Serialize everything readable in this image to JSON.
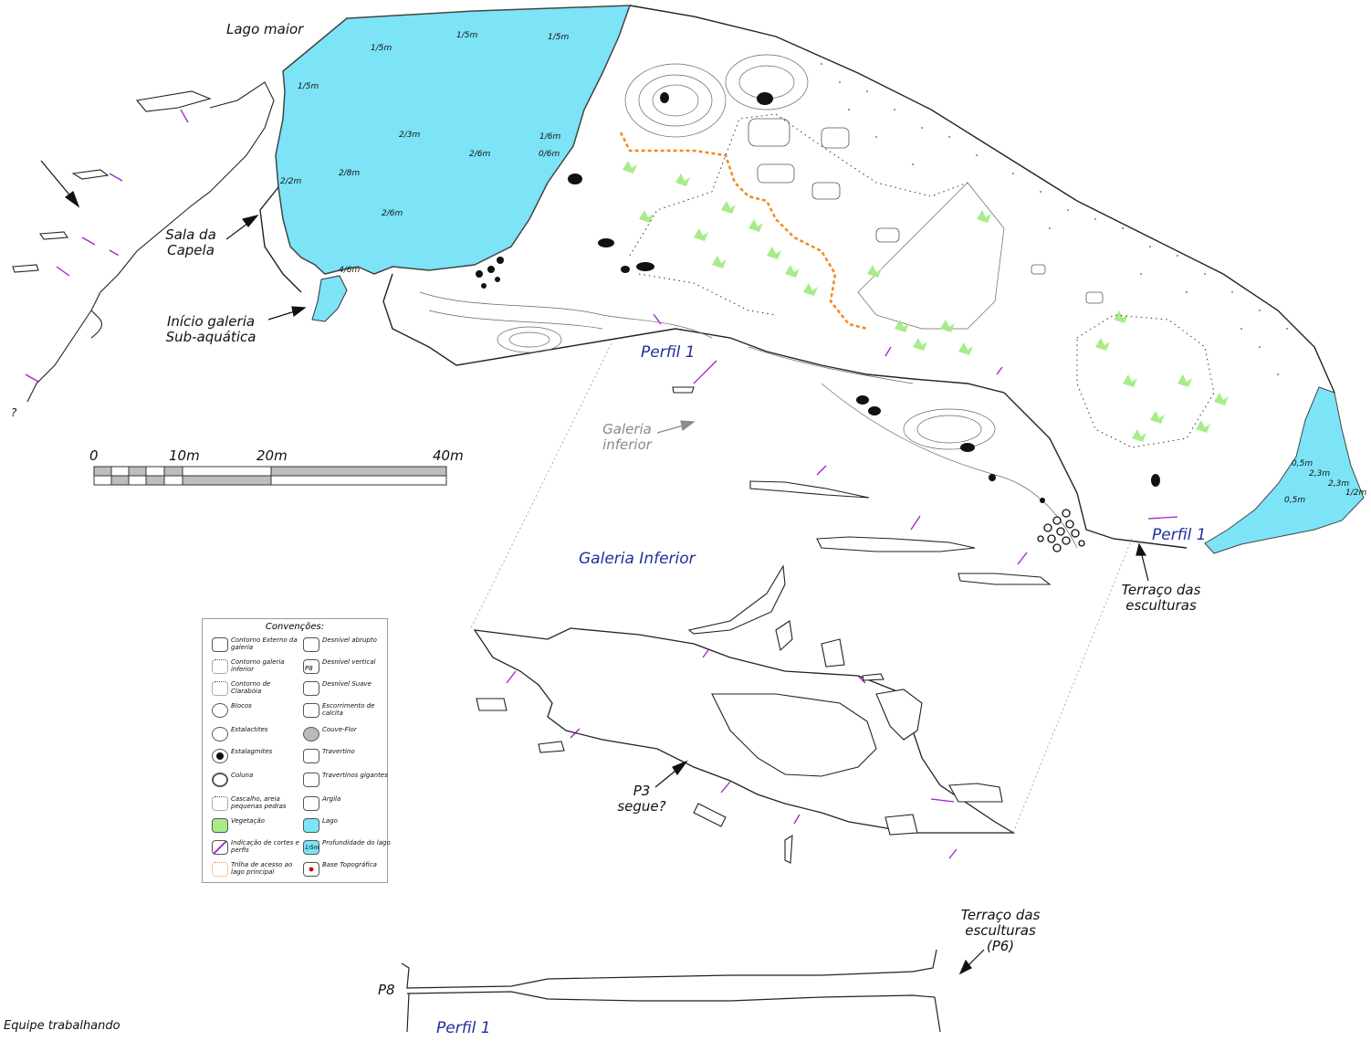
{
  "map": {
    "labels": {
      "lago_maior": "Lago maior",
      "sala_capela": "Sala da Capela",
      "inicio_galeria": "Início galeria Sub-aquática",
      "perfil1_top": "Perfil 1",
      "galeria_inferior_small": "Galeria inferior",
      "perfil1_right": "Perfil 1",
      "galeria_inferior": "Galeria Inferior",
      "terraco_esculturas": "Terraço das esculturas",
      "p3_segue": "P3 segue?",
      "terraco_p6": "Terraço das esculturas (P6)",
      "p8": "P8",
      "perfil1_bottom": "Perfil 1",
      "equipe": "Equipe trabalhando",
      "question_mark": "?"
    },
    "depths": [
      "1/5m",
      "1/5m",
      "1/5m",
      "1/5m",
      "2/3m",
      "2/6m",
      "1/6m",
      "0/6m",
      "2/2m",
      "2/8m",
      "2/6m",
      "4/6m",
      "0,5m",
      "2,3m",
      "2,3m",
      "1/2m",
      "0,5m"
    ],
    "scale": {
      "ticks": [
        "0",
        "10m",
        "20m",
        "40m"
      ]
    },
    "colors": {
      "lake": "#7de3f7",
      "vegetation": "#a8ec8a",
      "trail": "#f08a1e",
      "section_marks": "#a020c8",
      "blue_text": "#1f2f9a"
    },
    "legend": {
      "title": "Convenções:",
      "items": [
        "Contorno Externo da galeria",
        "Desnível abrupto",
        "Contorno galeria inferior",
        "Desnível vertical",
        "Contorno de Clarabóia",
        "Desnível Suave",
        "Blocos",
        "Escorrimento de calcita",
        "Estalactites",
        "Couve-Flor",
        "Estalagmites",
        "Travertino",
        "Coluna",
        "Travertinos gigantes",
        "Cascalho, areia pequenas pedras",
        "Argila",
        "Vegetação",
        "Lago",
        "Indicação de cortes e perfis",
        "Profundidade do lago",
        "Trilha de acesso ao lago principal",
        "Base Topográfica"
      ],
      "symbol_labels": {
        "desnivel_vertical": "P8",
        "profundidade": "1/5m"
      }
    }
  }
}
